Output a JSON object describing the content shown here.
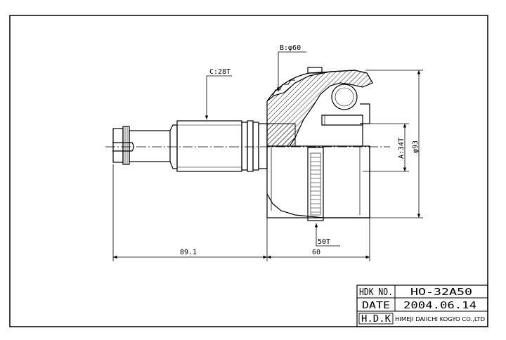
{
  "dimensions": {
    "boot_diameter": "B:φ60",
    "shaft_spline": "C:28T",
    "inner_spline": "A:34T",
    "outer_diameter": "φ93",
    "abs_ring_teeth": "50T",
    "shaft_length": "89.1",
    "housing_length": "60"
  },
  "title_block": {
    "part_no_label": "HDK NO.",
    "part_no_value": "HO-32A50",
    "date_label": "DATE",
    "date_value": "2004.06.14",
    "logo_text": "H.D.K",
    "company_name": "HIMEJI DAIICHI KOGYO CO.,LTD"
  }
}
